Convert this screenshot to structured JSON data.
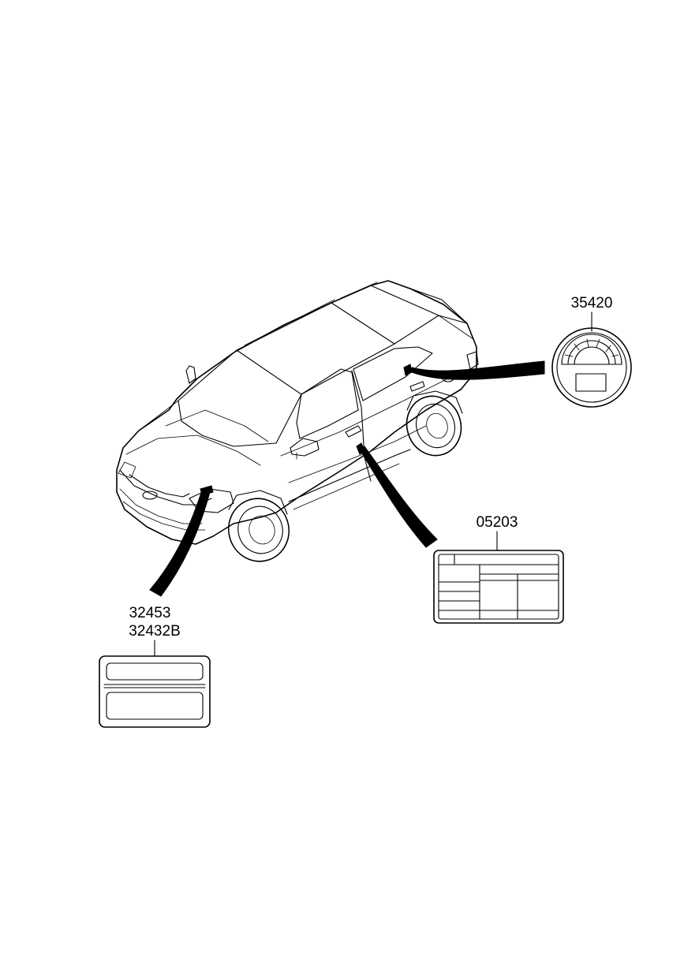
{
  "parts": [
    {
      "id": "p35420",
      "number": "35420"
    },
    {
      "id": "p05203",
      "number": "05203"
    },
    {
      "id": "p32453",
      "number": "32453"
    },
    {
      "id": "p32432b",
      "number": "32432B"
    }
  ]
}
